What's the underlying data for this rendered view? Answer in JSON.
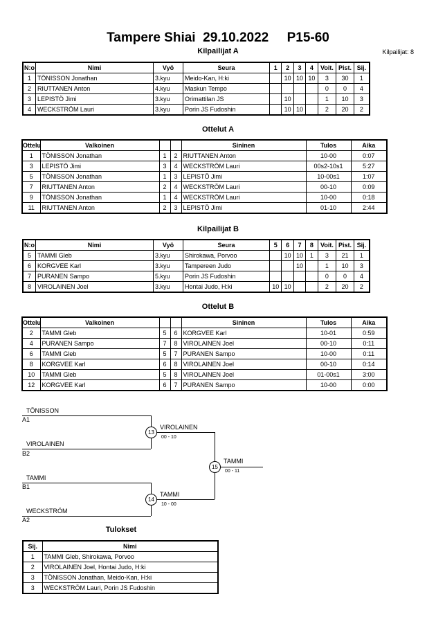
{
  "header": {
    "title": "Tampere Shiai  29.10.2022     P15-60",
    "count_label": "Kilpailijat: 8"
  },
  "poolA": {
    "title": "Kilpailijat A",
    "headers": [
      "N:o",
      "Nimi",
      "Vyö",
      "Seura",
      "1",
      "2",
      "3",
      "4",
      "Voit.",
      "Pist.",
      "Sij."
    ],
    "rows": [
      [
        "1",
        "TÖNISSON Jonathan",
        "3.kyu",
        "Meido-Kan, H:ki",
        "",
        "10",
        "10",
        "10",
        "3",
        "30",
        "1"
      ],
      [
        "2",
        "RIUTTANEN Anton",
        "4.kyu",
        "Maskun Tempo",
        "",
        "",
        "",
        "",
        "0",
        "0",
        "4"
      ],
      [
        "3",
        "LEPISTÖ Jimi",
        "3.kyu",
        "Orimattilan JS",
        "",
        "10",
        "",
        "",
        "1",
        "10",
        "3"
      ],
      [
        "4",
        "WECKSTRÖM Lauri",
        "3.kyu",
        "Porin JS Fudoshin",
        "",
        "10",
        "10",
        "",
        "2",
        "20",
        "2"
      ]
    ]
  },
  "matchesA": {
    "title": "Ottelut A",
    "headers": [
      "Ottelu",
      "Valkoinen",
      "",
      "",
      "Sininen",
      "Tulos",
      "Aika"
    ],
    "rows": [
      [
        "1",
        "TÖNISSON Jonathan",
        "1",
        "2",
        "RIUTTANEN Anton",
        "10-00",
        "0:07"
      ],
      [
        "3",
        "LEPISTÖ Jimi",
        "3",
        "4",
        "WECKSTRÖM Lauri",
        "00s2-10s1",
        "5:27"
      ],
      [
        "5",
        "TÖNISSON Jonathan",
        "1",
        "3",
        "LEPISTÖ Jimi",
        "10-00s1",
        "1:07"
      ],
      [
        "7",
        "RIUTTANEN Anton",
        "2",
        "4",
        "WECKSTRÖM Lauri",
        "00-10",
        "0:09"
      ],
      [
        "9",
        "TÖNISSON Jonathan",
        "1",
        "4",
        "WECKSTRÖM Lauri",
        "10-00",
        "0:18"
      ],
      [
        "11",
        "RIUTTANEN Anton",
        "2",
        "3",
        "LEPISTÖ Jimi",
        "01-10",
        "2:44"
      ]
    ]
  },
  "poolB": {
    "title": "Kilpailijat B",
    "headers": [
      "N:o",
      "Nimi",
      "Vyö",
      "Seura",
      "5",
      "6",
      "7",
      "8",
      "Voit.",
      "Pist.",
      "Sij."
    ],
    "rows": [
      [
        "5",
        "TAMMI Gleb",
        "3.kyu",
        "Shirokawa, Porvoo",
        "",
        "10",
        "10",
        "1",
        "3",
        "21",
        "1"
      ],
      [
        "6",
        "KORGVEE Karl",
        "3.kyu",
        "Tampereen Judo",
        "",
        "",
        "10",
        "",
        "1",
        "10",
        "3"
      ],
      [
        "7",
        "PURANEN Sampo",
        "5.kyu",
        "Porin JS Fudoshin",
        "",
        "",
        "",
        "",
        "0",
        "0",
        "4"
      ],
      [
        "8",
        "VIROLAINEN Joel",
        "3.kyu",
        "Hontai Judo, H:ki",
        "10",
        "10",
        "",
        "",
        "2",
        "20",
        "2"
      ]
    ]
  },
  "matchesB": {
    "title": "Ottelut B",
    "headers": [
      "Ottelu",
      "Valkoinen",
      "",
      "",
      "Sininen",
      "Tulos",
      "Aika"
    ],
    "rows": [
      [
        "2",
        "TAMMI Gleb",
        "5",
        "6",
        "KORGVEE Karl",
        "10-01",
        "0:59"
      ],
      [
        "4",
        "PURANEN Sampo",
        "7",
        "8",
        "VIROLAINEN Joel",
        "00-10",
        "0:11"
      ],
      [
        "6",
        "TAMMI Gleb",
        "5",
        "7",
        "PURANEN Sampo",
        "10-00",
        "0:11"
      ],
      [
        "8",
        "KORGVEE Karl",
        "6",
        "8",
        "VIROLAINEN Joel",
        "00-10",
        "0:14"
      ],
      [
        "10",
        "TAMMI Gleb",
        "5",
        "8",
        "VIROLAINEN Joel",
        "01-00s1",
        "3:00"
      ],
      [
        "12",
        "KORGVEE Karl",
        "6",
        "7",
        "PURANEN Sampo",
        "10-00",
        "0:00"
      ]
    ]
  },
  "bracket": {
    "e1_name": "TÖNISSON",
    "e1_seed": "A1",
    "e2_name": "VIROLAINEN",
    "e2_seed": "B2",
    "e3_name": "TAMMI",
    "e3_seed": "B1",
    "e4_name": "WECKSTRÖM",
    "e4_seed": "A2",
    "m13": "13",
    "m13_winner": "VIROLAINEN",
    "m13_score": "00 - 10",
    "m14": "14",
    "m14_winner": "TAMMI",
    "m14_score": "10 - 00",
    "m15": "15",
    "m15_winner": "TAMMI",
    "m15_score": "00 - 11"
  },
  "results": {
    "title": "Tulokset",
    "headers": [
      "Sij.",
      "Nimi"
    ],
    "rows": [
      [
        "1",
        "TAMMI Gleb, Shirokawa, Porvoo"
      ],
      [
        "2",
        "VIROLAINEN Joel, Hontai Judo, H:ki"
      ],
      [
        "3",
        "TÖNISSON Jonathan, Meido-Kan, H:ki"
      ],
      [
        "3",
        "WECKSTRÖM Lauri, Porin JS Fudoshin"
      ]
    ]
  }
}
